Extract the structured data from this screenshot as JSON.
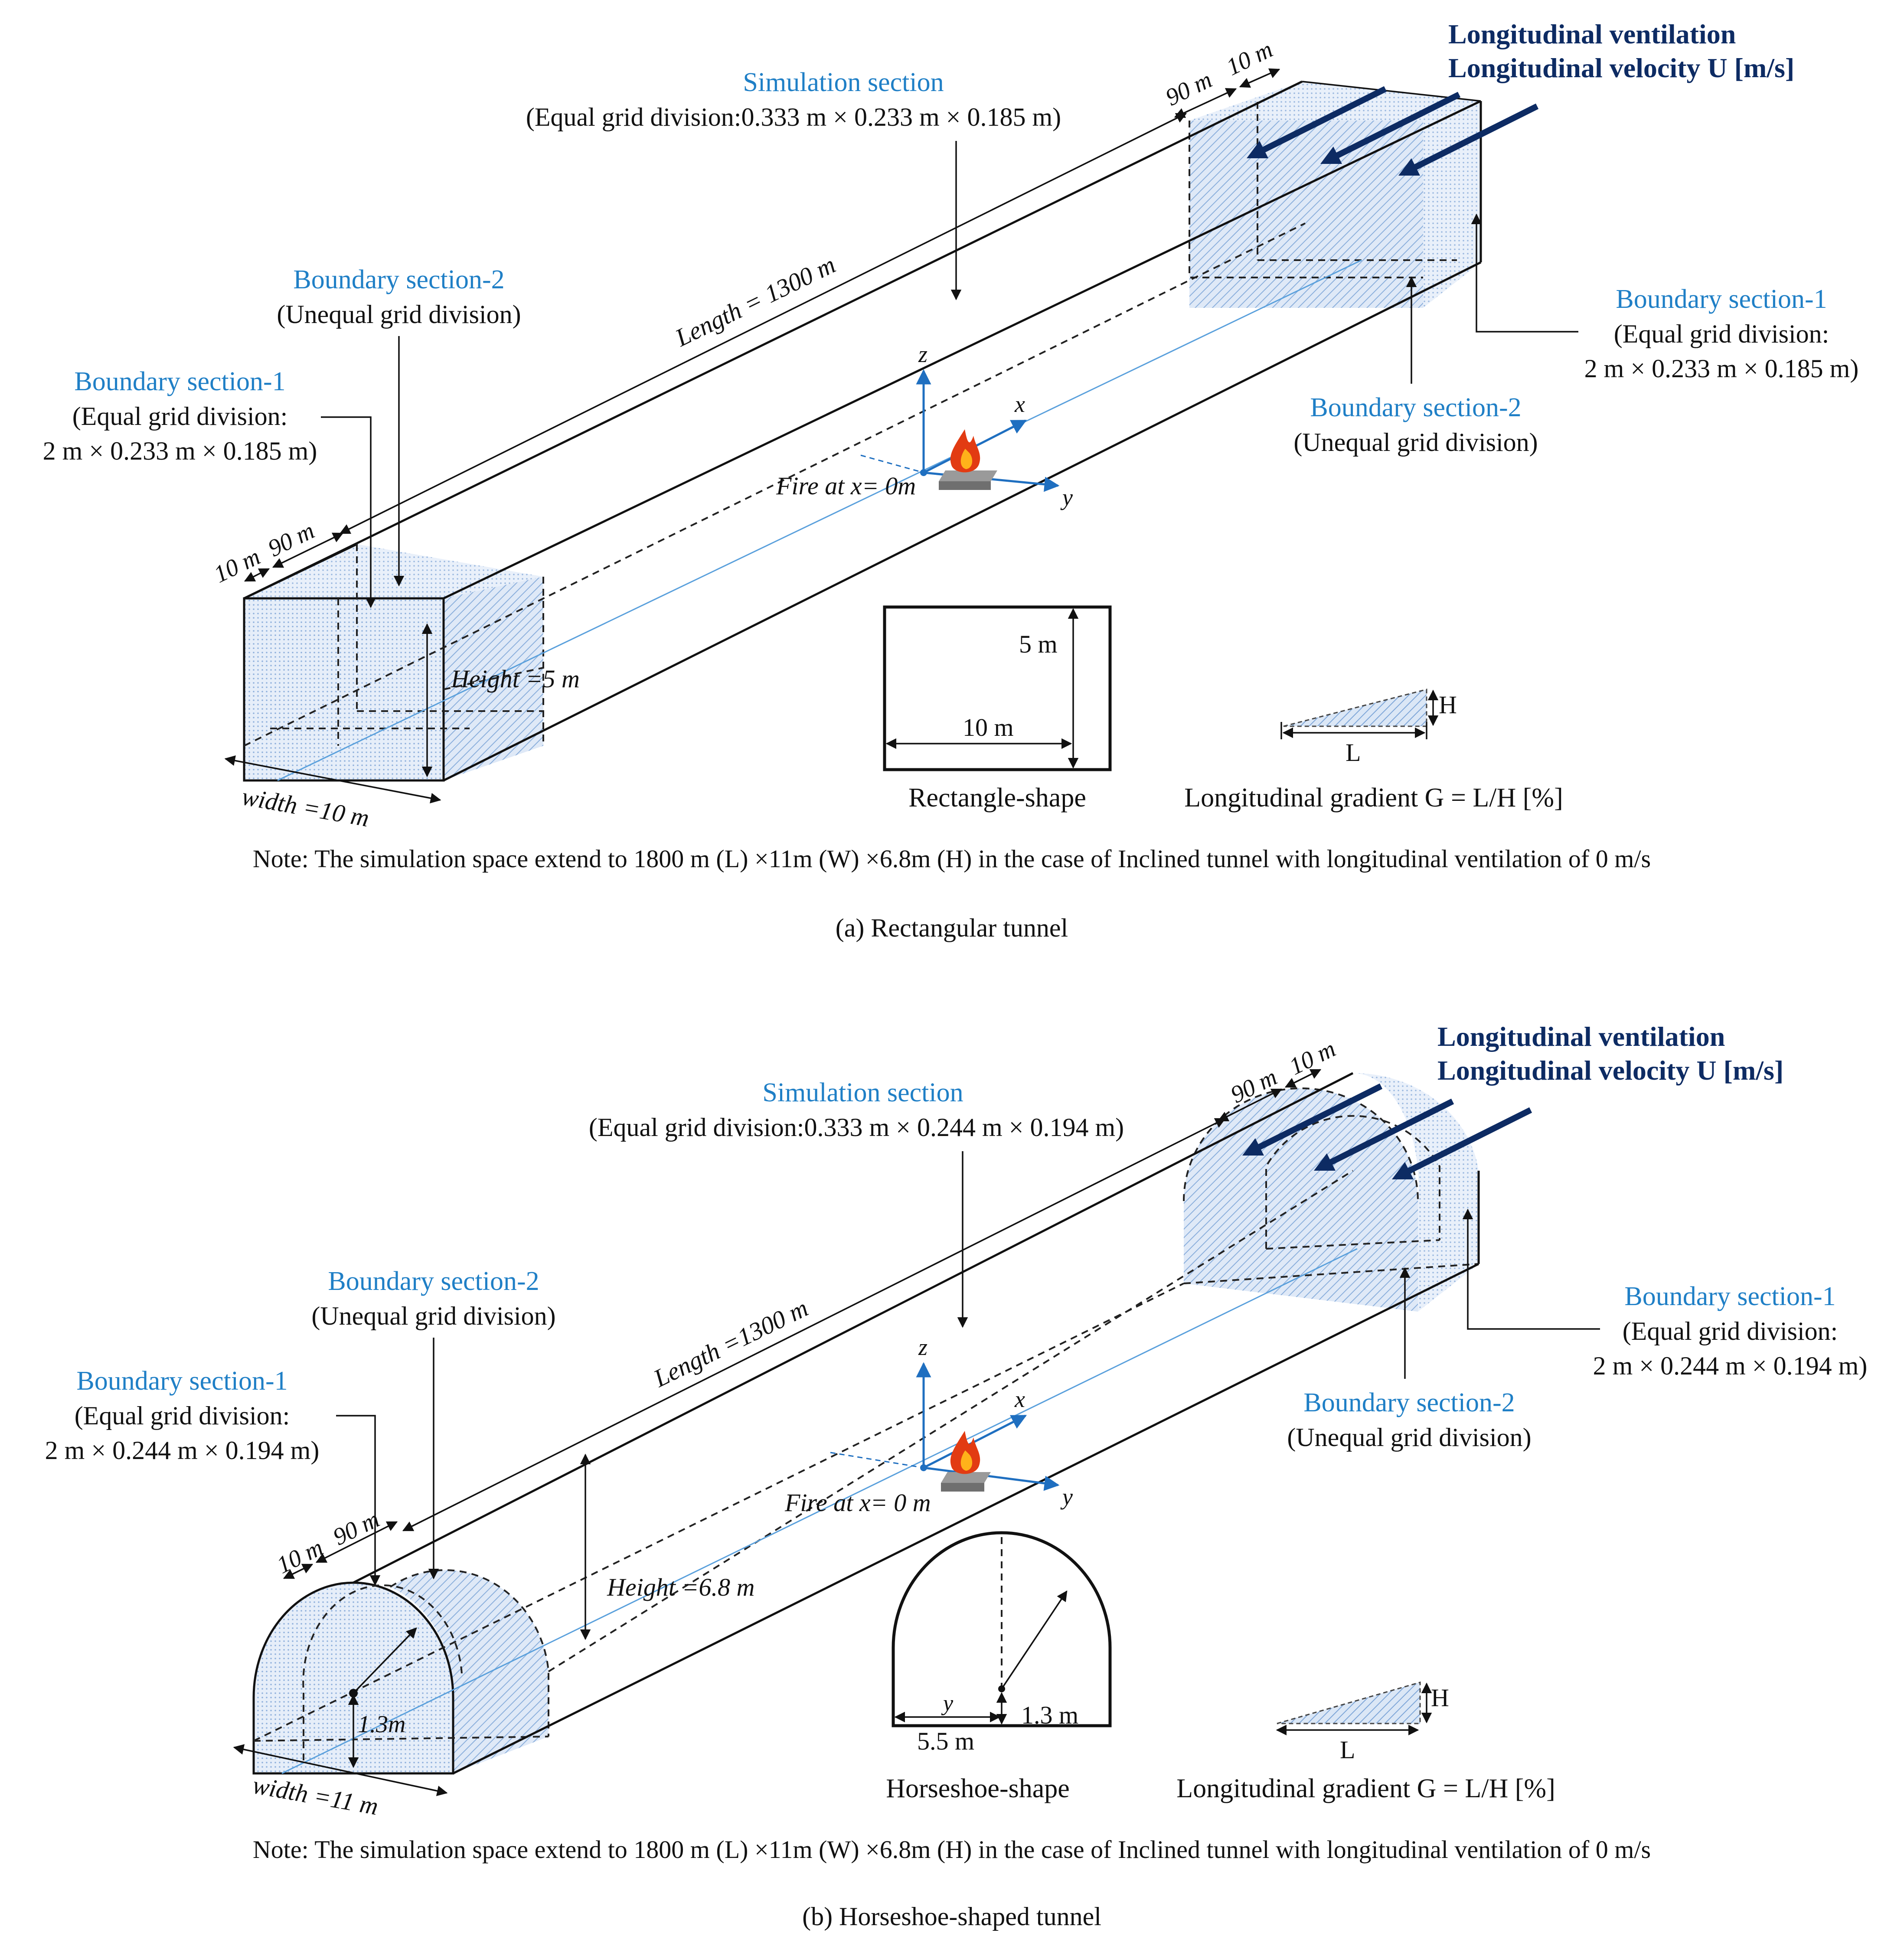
{
  "panel_a": {
    "ventilation_line1": "Longitudinal ventilation",
    "ventilation_line2": "Longitudinal  velocity U [m/s]",
    "sim_title": "Simulation section",
    "sim_grid": "(Equal grid division:0.333 m × 0.233 m × 0.185 m)",
    "length": "Length = 1300 m",
    "dim_90_right": "90 m",
    "dim_10_right": "10 m",
    "dim_10_left": "10 m",
    "dim_90_left": "90 m",
    "bs2_left_title": "Boundary section-2",
    "bs2_left_sub": "(Unequal grid division)",
    "bs1_left_title": "Boundary section-1",
    "bs1_left_sub1": "(Equal grid division:",
    "bs1_left_sub2": "2 m × 0.233 m × 0.185 m)",
    "bs1_right_title": "Boundary section-1",
    "bs1_right_sub1": "(Equal grid division:",
    "bs1_right_sub2": "2 m × 0.233 m × 0.185 m)",
    "bs2_right_title": "Boundary section-2",
    "bs2_right_sub": "(Unequal grid division)",
    "axis_z": "z",
    "axis_x": "x",
    "axis_y": "y",
    "fire": "Fire at x= 0m",
    "height": "Height =5 m",
    "width": "width =10 m",
    "shape_h": "5 m",
    "shape_w": "10 m",
    "shape_label": "Rectangle-shape",
    "grad_h": "H",
    "grad_l": "L",
    "grad_label": "Longitudinal gradient G = L/H [%]",
    "note": "Note: The simulation space extend to 1800 m (L) ×11m (W) ×6.8m (H) in the case of Inclined tunnel with longitudinal ventilation of 0 m/s",
    "caption": "(a) Rectangular tunnel"
  },
  "panel_b": {
    "ventilation_line1": "Longitudinal ventilation",
    "ventilation_line2": "Longitudinal  velocity U [m/s]",
    "sim_title": "Simulation section",
    "sim_grid": "(Equal grid division:0.333 m × 0.244 m × 0.194 m)",
    "length": "Length =1300 m",
    "dim_90_right": "90 m",
    "dim_10_right": "10 m",
    "dim_10_left": "10 m",
    "dim_90_left": "90 m",
    "bs2_left_title": "Boundary section-2",
    "bs2_left_sub": "(Unequal grid division)",
    "bs1_left_title": "Boundary section-1",
    "bs1_left_sub1": "(Equal grid division:",
    "bs1_left_sub2": "2 m × 0.244 m × 0.194 m)",
    "bs1_right_title": "Boundary section-1",
    "bs1_right_sub1": "(Equal grid division:",
    "bs1_right_sub2": "2 m × 0.244 m × 0.194 m)",
    "bs2_right_title": "Boundary section-2",
    "bs2_right_sub": "(Unequal grid division)",
    "axis_z": "z",
    "axis_x": "x",
    "axis_y": "y",
    "fire": "Fire at x= 0 m",
    "height": "Height =6.8 m",
    "width": "width =11 m",
    "radius": "1.3m",
    "shape_r": "1.3 m",
    "shape_y": "y",
    "shape_w": "5.5 m",
    "shape_label": "Horseshoe-shape",
    "grad_h": "H",
    "grad_l": "L",
    "grad_label": "Longitudinal gradient G = L/H [%]",
    "note": "Note: The simulation space extend to 1800 m (L) ×11m (W) ×6.8m (H) in the case of Inclined tunnel with longitudinal ventilation of 0 m/s",
    "caption": "(b) Horseshoe-shaped tunnel"
  },
  "colors": {
    "label_blue": "#1f7fc6",
    "ventilation_navy": "#0d2b63",
    "section_fill": "#c9dcf2",
    "axis_blue": "#1f6fc0"
  }
}
